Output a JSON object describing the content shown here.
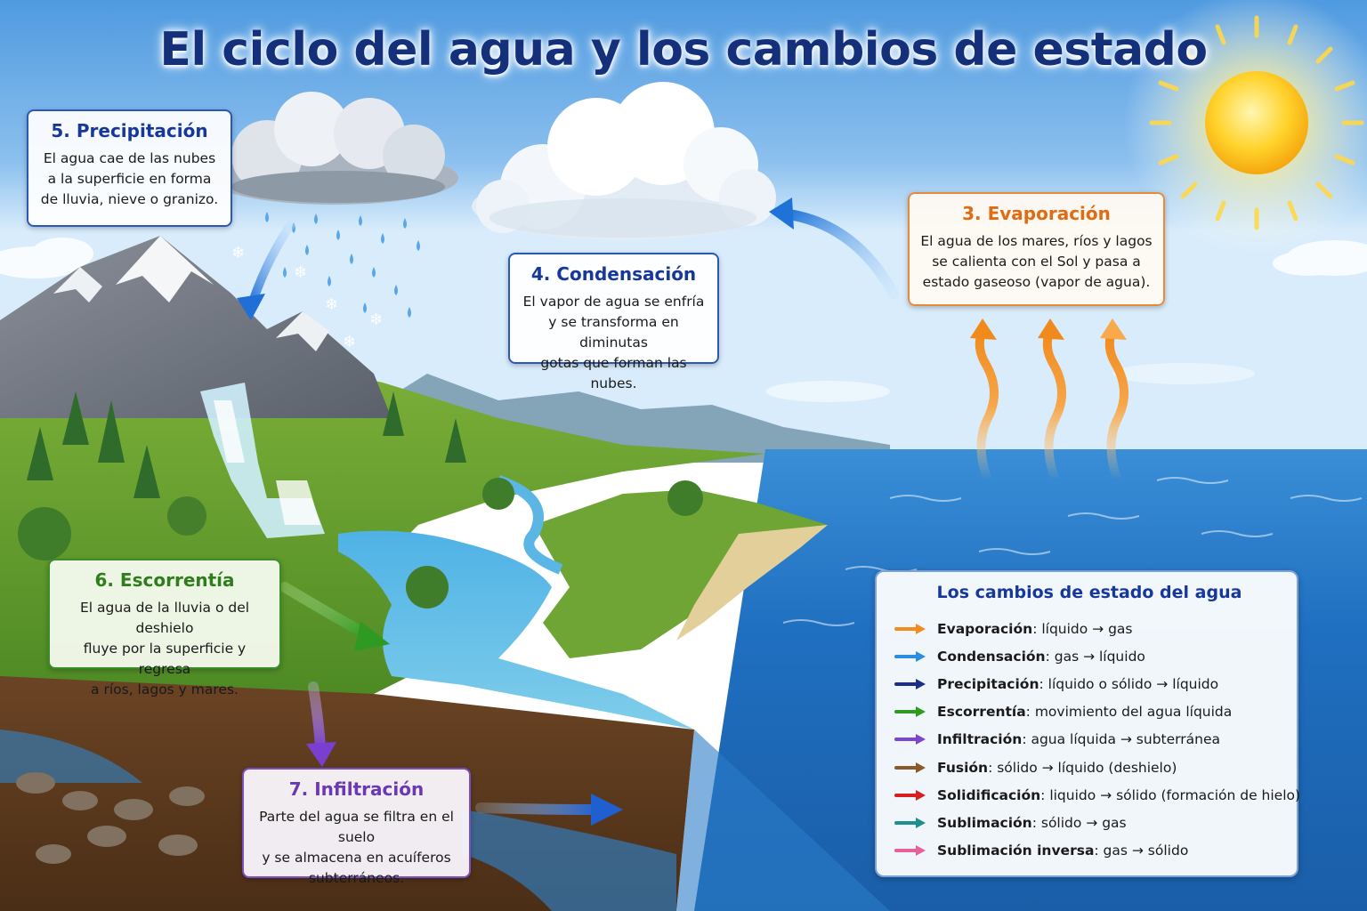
{
  "title": "El ciclo del agua y los cambios de estado",
  "stages": {
    "precipitation": {
      "title": "5. Precipitación",
      "lines": [
        "El agua cae de las nubes",
        "a la superficie en forma",
        "de lluvia, nieve o granizo."
      ]
    },
    "condensation": {
      "title": "4. Condensación",
      "lines": [
        "El vapor de agua se enfría",
        "y se transforma en diminutas",
        "gotas que forman las nubes."
      ]
    },
    "evaporation": {
      "title": "3. Evaporación",
      "lines": [
        "El agua de los mares, ríos y lagos",
        "se calienta con el Sol y pasa a",
        "estado gaseoso (vapor de agua)."
      ]
    },
    "runoff": {
      "title": "6. Escorrentía",
      "lines": [
        "El agua de la lluvia o del deshielo",
        "fluye por la superficie y regresa",
        "a ríos, lagos y mares."
      ]
    },
    "infiltration": {
      "title": "7. Infiltración",
      "lines": [
        "Parte del agua se filtra en el suelo",
        "y se almacena en acuíferos",
        "subterráneos."
      ]
    }
  },
  "legend": {
    "title": "Los cambios de estado del agua",
    "items": [
      {
        "name": "Evaporación",
        "desc": ": líquido → gas",
        "color": "#f28c1e"
      },
      {
        "name": "Condensación",
        "desc": ": gas → líquido",
        "color": "#2a8de0"
      },
      {
        "name": "Precipitación",
        "desc": ": líquido o sólido → líquido",
        "color": "#1a2f8a"
      },
      {
        "name": "Escorrentía",
        "desc": ": movimiento del agua líquida",
        "color": "#2f9a22"
      },
      {
        "name": "Infiltración",
        "desc": ": agua líquida → subterránea",
        "color": "#7a45d0"
      },
      {
        "name": "Fusión",
        "desc": ": sólido → líquido (deshielo)",
        "color": "#8a5a2b"
      },
      {
        "name": "Solidificación",
        "desc": ": liquido → sólido (formación de hielo)",
        "color": "#d81e1e"
      },
      {
        "name": "Sublimación",
        "desc": ": sólido → gas",
        "color": "#1e8f8f"
      },
      {
        "name": "Sublimación inversa",
        "desc": ": gas → sólido",
        "color": "#e8609a"
      }
    ]
  }
}
